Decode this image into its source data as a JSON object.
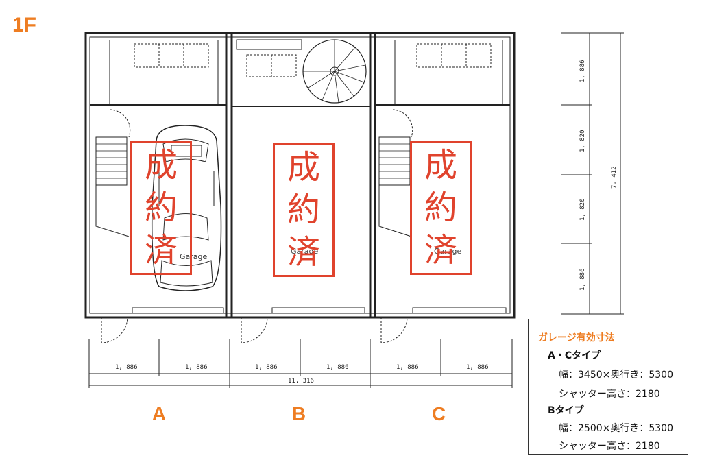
{
  "floor_label": "1F",
  "sold_text": [
    "成",
    "約",
    "済"
  ],
  "garage_text": "Garage",
  "units": [
    "A",
    "B",
    "C"
  ],
  "dims": {
    "bottom_segments": [
      "1, 886",
      "1, 886",
      "1, 886",
      "1, 886",
      "1, 886",
      "1, 886"
    ],
    "bottom_total": "11, 316",
    "right_segments": [
      "1, 886",
      "1, 820",
      "1, 820",
      "1, 886"
    ],
    "right_total": "7, 412"
  },
  "legend": {
    "title": "ガレージ有効寸法",
    "ac_type": "A・Cタイプ",
    "ac_size": "幅：3450×奥行き：5300",
    "ac_shutter": "シャッター高さ：2180",
    "b_type": "Bタイプ",
    "b_size": "幅：2500×奥行き：5300",
    "b_shutter": "シャッター高さ：2180"
  },
  "colors": {
    "accent": "#ee7d22",
    "sold": "#e0432d",
    "line": "#222222"
  }
}
